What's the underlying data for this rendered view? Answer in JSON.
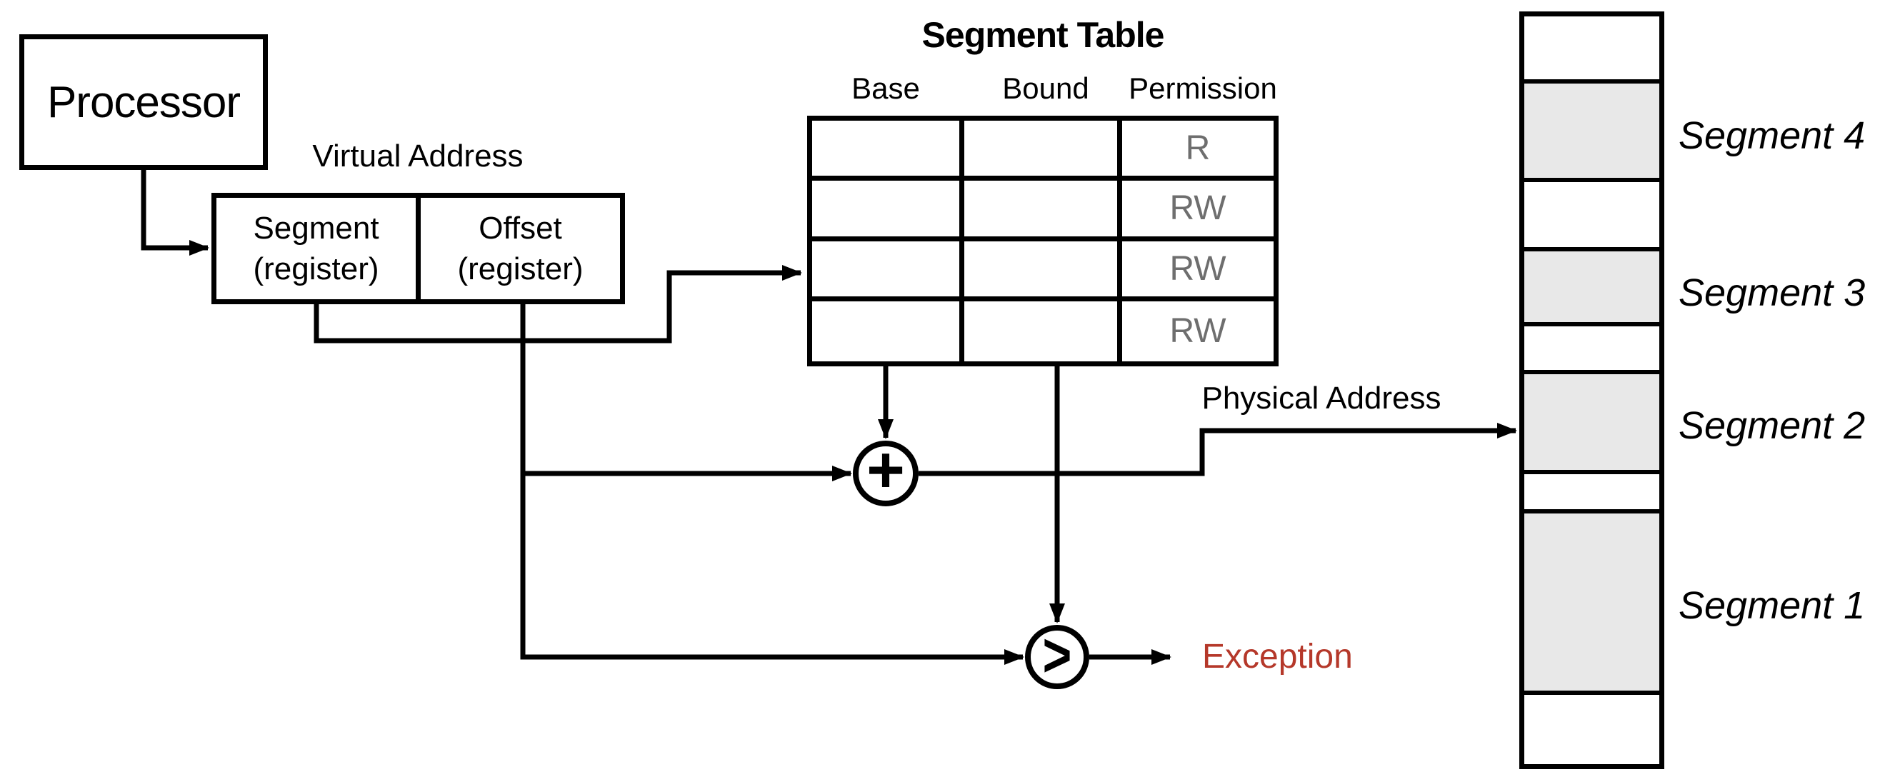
{
  "processor": {
    "label": "Processor"
  },
  "virtual_address": {
    "label": "Virtual Address",
    "fields": [
      {
        "line1": "Segment",
        "line2": "(register)"
      },
      {
        "line1": "Offset",
        "line2": "(register)"
      }
    ]
  },
  "segment_table": {
    "title": "Segment Table",
    "columns": [
      "Base",
      "Bound",
      "Permission"
    ],
    "rows": [
      {
        "base": "",
        "bound": "",
        "permission": "R"
      },
      {
        "base": "",
        "bound": "",
        "permission": "RW"
      },
      {
        "base": "",
        "bound": "",
        "permission": "RW"
      },
      {
        "base": "",
        "bound": "",
        "permission": "RW"
      }
    ]
  },
  "operators": {
    "adder": "+",
    "comparator": ">"
  },
  "labels": {
    "physical_address": "Physical Address",
    "exception": "Exception"
  },
  "memory": {
    "segments": [
      {
        "label": "Segment 4"
      },
      {
        "label": "Segment 3"
      },
      {
        "label": "Segment 2"
      },
      {
        "label": "Segment 1"
      }
    ]
  },
  "colors": {
    "line_black": "#000000",
    "permission_gray": "#6e6e6e",
    "exception_red": "#b5382a",
    "segment_fill_gray": "#e8e8e8"
  }
}
